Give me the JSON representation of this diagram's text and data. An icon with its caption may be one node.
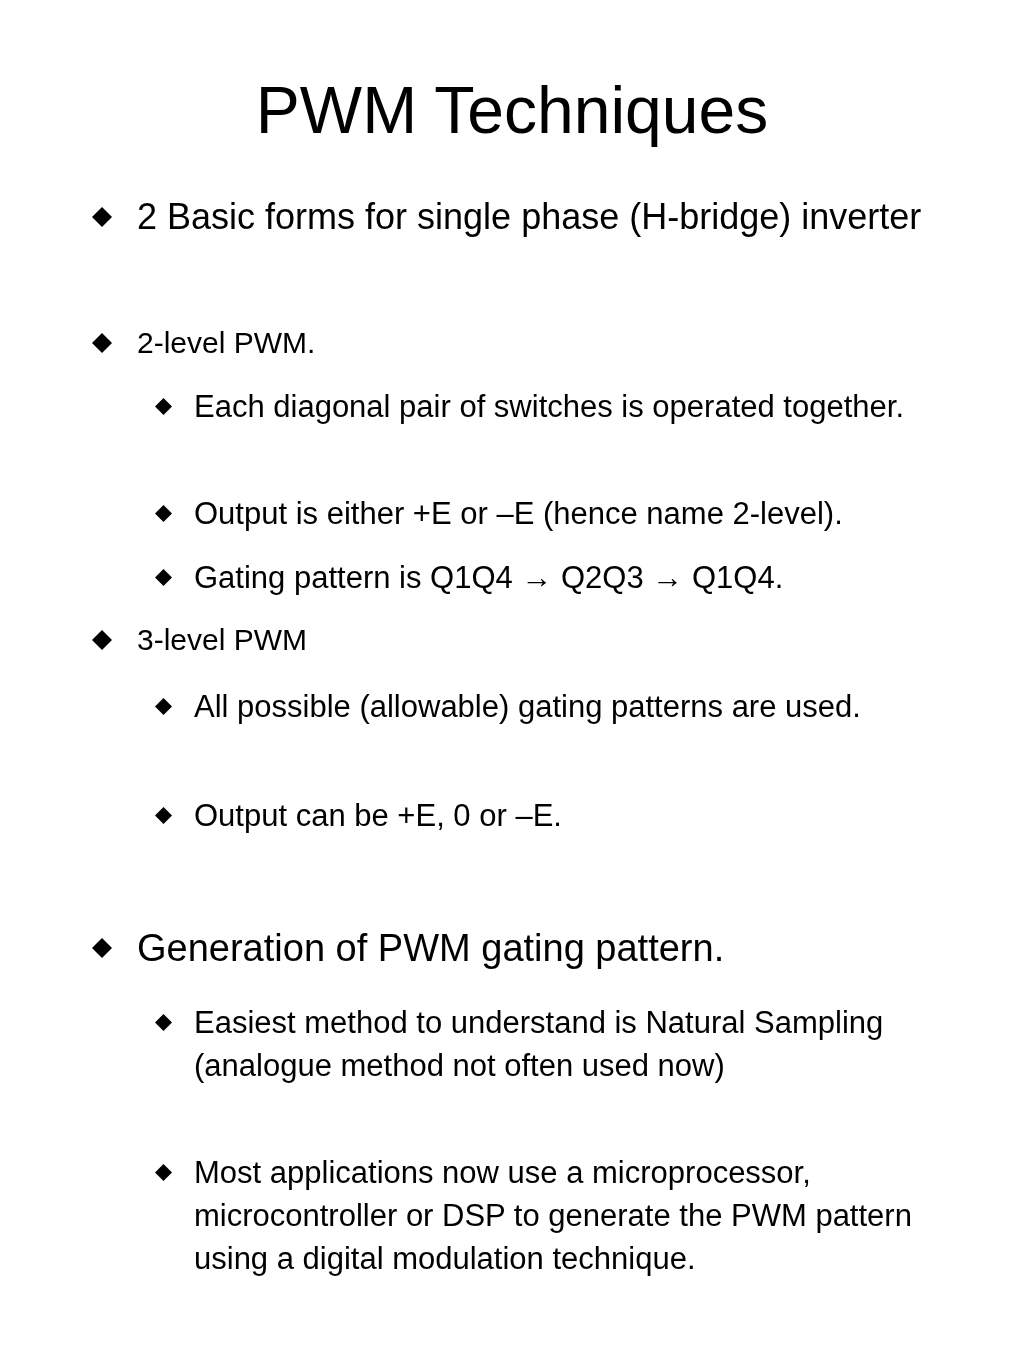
{
  "diagram": {
    "title": "PWM Techniques",
    "labels": [
      "2 Basic forms for single phase (H-bridge) inverter",
      "2-level PWM.",
      "Each diagonal pair of switches is operated together.",
      "Output is either +E or –E (hence name 2-level).",
      "Gating pattern is Q1Q4 → Q2Q3 → Q1Q4.",
      "3-level PWM",
      "All possible (allowable) gating patterns are used.",
      "Output can be +E, 0 or –E.",
      "Generation of PWM gating pattern.",
      "Easiest method to understand is Natural Sampling (analogue method not often used now)",
      "Most applications now use a microprocessor, microcontroller or DSP to generate the PWM pattern using a digital modulation technique."
    ]
  }
}
